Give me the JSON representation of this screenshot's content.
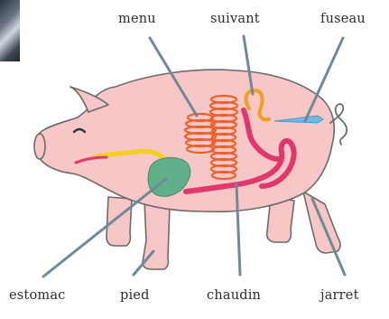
{
  "labels": {
    "menu": "menu",
    "suivant": "suivant",
    "fuseau": "fuseau",
    "estomac": "estomac",
    "pied": "pied",
    "chaudin": "chaudin",
    "jarret": "jarret"
  },
  "colors": {
    "body": "#f7c6c6",
    "outline": "#6b6b6b",
    "intestine_orange": "#e8622a",
    "intestine_red": "#e0386a",
    "stomach": "#5fb08a",
    "esophagus": "#f2d11a",
    "fuseau": "#6fb8e8",
    "leader_line": "#6f8a96"
  },
  "thumbnail_icon": "photo-thumbnail"
}
